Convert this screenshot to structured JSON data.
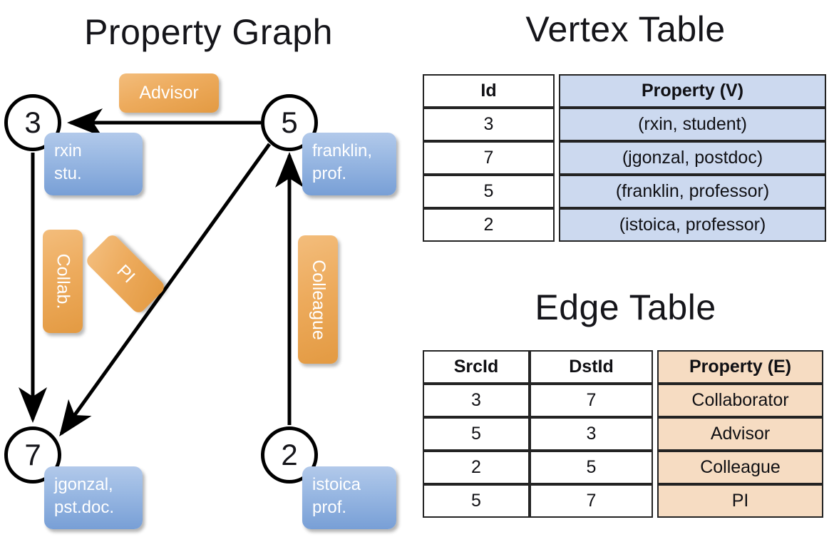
{
  "titles": {
    "property_graph": "Property Graph",
    "vertex_table": "Vertex Table",
    "edge_table": "Edge Table"
  },
  "graph": {
    "nodes": [
      {
        "id": "3",
        "property": "rxin\nstu."
      },
      {
        "id": "5",
        "property": "franklin,\nprof."
      },
      {
        "id": "7",
        "property": "jgonzal,\npst.doc."
      },
      {
        "id": "2",
        "property": "istoica\nprof."
      }
    ],
    "node_labels": {
      "n3": "3",
      "n5": "5",
      "n7": "7",
      "n2": "2"
    },
    "property_boxes": {
      "rxin_line1": "rxin",
      "rxin_line2": "stu.",
      "franklin_line1": "franklin,",
      "franklin_line2": "prof.",
      "jgonzal_line1": "jgonzal,",
      "jgonzal_line2": "pst.doc.",
      "istoica_line1": "istoica",
      "istoica_line2": "prof."
    },
    "edge_labels": {
      "advisor": "Advisor",
      "collab": "Collab.",
      "pi": "PI",
      "colleague": "Colleague"
    },
    "edges": [
      {
        "from": "5",
        "to": "3",
        "label": "Advisor"
      },
      {
        "from": "3",
        "to": "7",
        "label": "Collab."
      },
      {
        "from": "5",
        "to": "7",
        "label": "PI"
      },
      {
        "from": "2",
        "to": "5",
        "label": "Colleague"
      }
    ]
  },
  "vertex_table": {
    "headers": [
      "Id",
      "Property (V)"
    ],
    "rows": [
      {
        "id": "3",
        "property": "(rxin, student)"
      },
      {
        "id": "7",
        "property": "(jgonzal, postdoc)"
      },
      {
        "id": "5",
        "property": "(franklin, professor)"
      },
      {
        "id": "2",
        "property": "(istoica, professor)"
      }
    ],
    "header_fill": "#ccd9ef"
  },
  "edge_table": {
    "headers": [
      "SrcId",
      "DstId",
      "Property (E)"
    ],
    "rows": [
      {
        "src": "3",
        "dst": "7",
        "property": "Collaborator"
      },
      {
        "src": "5",
        "dst": "3",
        "property": "Advisor"
      },
      {
        "src": "2",
        "dst": "5",
        "property": "Colleague"
      },
      {
        "src": "5",
        "dst": "7",
        "property": "PI"
      }
    ],
    "header_fill": "#f6dcc2"
  },
  "colors": {
    "node_property_blue": "#9dbbe4",
    "edge_label_orange": "#edab5d",
    "vertex_cell_blue": "#ccd9ef",
    "edge_cell_peach": "#f6dcc2",
    "stroke": "#000000"
  }
}
